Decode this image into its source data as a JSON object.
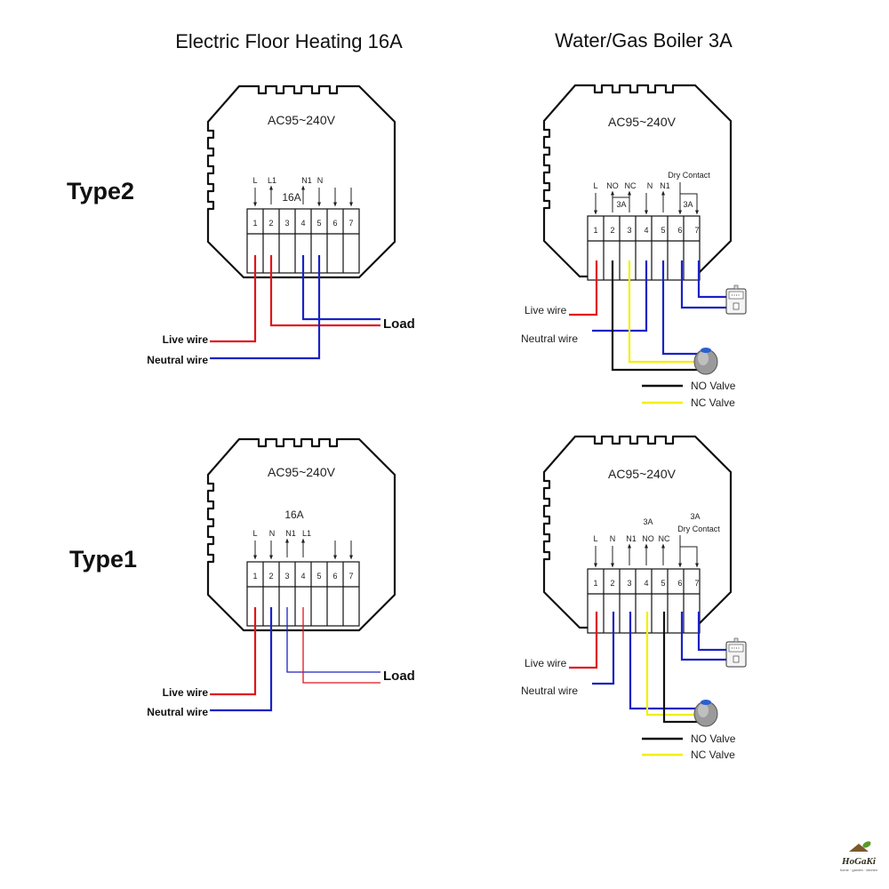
{
  "headings": {
    "electric": "Electric Floor Heating 16A",
    "boiler": "Water/Gas Boiler 3A"
  },
  "types": {
    "type2": "Type2",
    "type1": "Type1"
  },
  "voltage": "AC95~240V",
  "ratings": {
    "sixteen": "16A",
    "three": "3A"
  },
  "terminal_numbers": [
    "1",
    "2",
    "3",
    "4",
    "5",
    "6",
    "7"
  ],
  "terminal_labels": {
    "L": "L",
    "L1": "L1",
    "N": "N",
    "N1": "N1",
    "NO": "NO",
    "NC": "NC",
    "dry_contact": "Dry Contact"
  },
  "wires": {
    "live": "Live wire",
    "neutral": "Neutral wire",
    "load": "Load",
    "no_valve": "NO Valve",
    "nc_valve": "NC Valve"
  },
  "colors": {
    "live": "#e0141b",
    "neutral": "#1a22c4",
    "no_valve": "#111111",
    "nc_valve": "#f2f000"
  },
  "logo": {
    "name": "HoGaKi",
    "tagline": "home · garden · kitchen"
  }
}
